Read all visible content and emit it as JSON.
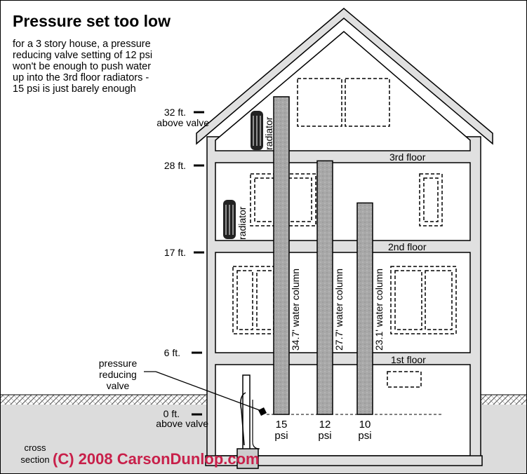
{
  "title": "Pressure set too low",
  "description_lines": [
    "for a 3 story house, a pressure",
    "reducing valve setting of 12 psi",
    "won't  be enough to push water",
    "up into the 3rd floor radiators -",
    "15 psi is just barely enough"
  ],
  "height_marks": {
    "h32": "32 ft.",
    "h32_sub": "above valve",
    "h28": "28 ft.",
    "h17": "17 ft.",
    "h6": "6 ft.",
    "h0": "0 ft.",
    "h0_sub": "above valve"
  },
  "floors": {
    "third": "3rd floor",
    "second": "2nd floor",
    "first": "1st floor"
  },
  "radiator_label": "radiator",
  "valve_label": [
    "pressure",
    "reducing",
    "valve"
  ],
  "columns": [
    {
      "label": "34.7' water column",
      "psi": "15",
      "unit": "psi",
      "height_ft": 34.7
    },
    {
      "label": "27.7' water column",
      "psi": "12",
      "unit": "psi",
      "height_ft": 27.7
    },
    {
      "label": "23.1' water column",
      "psi": "10",
      "unit": "psi",
      "height_ft": 23.1
    }
  ],
  "cross_section": [
    "cross",
    "section"
  ],
  "copyright": "(C) 2008 CarsonDunlop.com",
  "colors": {
    "column": "#a8a8a8",
    "slab": "#e0e0e0",
    "ground": "#dcdcdc",
    "copyright": "#c8204a"
  }
}
